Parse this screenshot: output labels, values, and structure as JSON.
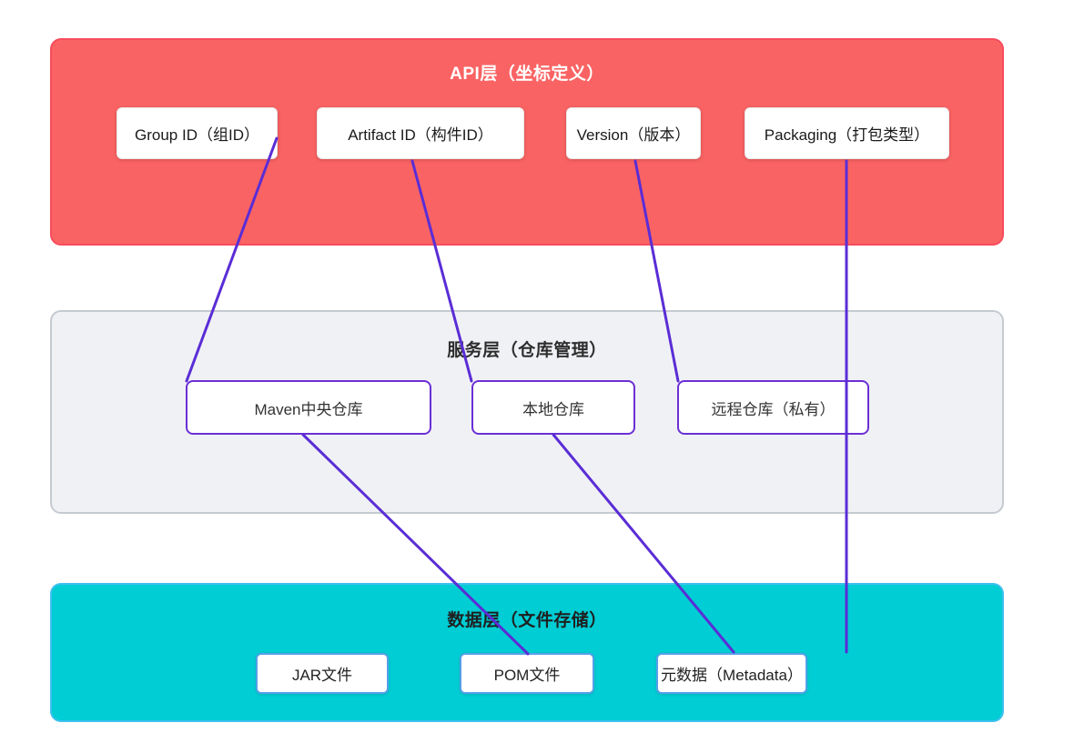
{
  "diagram": {
    "background_color": "#ffffff",
    "connection_line_color": "#5a2dd6",
    "layers": [
      {
        "id": "api-layer",
        "title": "API层（坐标定义）",
        "fill_color": "#fa6363",
        "border_color": "#f74c5d",
        "title_color": "#ffffff",
        "nodes": [
          {
            "id": "group-id",
            "label": "Group ID（组ID）"
          },
          {
            "id": "artifact-id",
            "label": "Artifact ID（构件ID）"
          },
          {
            "id": "version",
            "label": "Version（版本）"
          },
          {
            "id": "packaging",
            "label": "Packaging（打包类型）"
          }
        ]
      },
      {
        "id": "service-layer",
        "title": "服务层（仓库管理）",
        "fill_color": "#f0f1f5",
        "border_color": "#c5cad1",
        "title_color": "#2d2d2d",
        "node_border_color": "#6b2fd5",
        "nodes": [
          {
            "id": "maven-central",
            "label": "Maven中央仓库"
          },
          {
            "id": "local-repo",
            "label": "本地仓库"
          },
          {
            "id": "remote-repo",
            "label": "远程仓库（私有）"
          }
        ]
      },
      {
        "id": "data-layer",
        "title": "数据层（文件存储）",
        "fill_color": "#00cdd4",
        "border_color": "#3fc0f0",
        "title_color": "#1f1f1f",
        "node_border_color": "#55a0e8",
        "nodes": [
          {
            "id": "jar-file",
            "label": "JAR文件"
          },
          {
            "id": "pom-file",
            "label": "POM文件"
          },
          {
            "id": "metadata",
            "label": "元数据（Metadata）"
          }
        ]
      }
    ],
    "connections": [
      {
        "from": "group-id",
        "to": "maven-central"
      },
      {
        "from": "artifact-id",
        "to": "local-repo"
      },
      {
        "from": "version",
        "to": "remote-repo"
      },
      {
        "from": "packaging",
        "to": "metadata"
      },
      {
        "from": "maven-central",
        "to": "pom-file"
      },
      {
        "from": "local-repo",
        "to": "metadata"
      }
    ]
  }
}
